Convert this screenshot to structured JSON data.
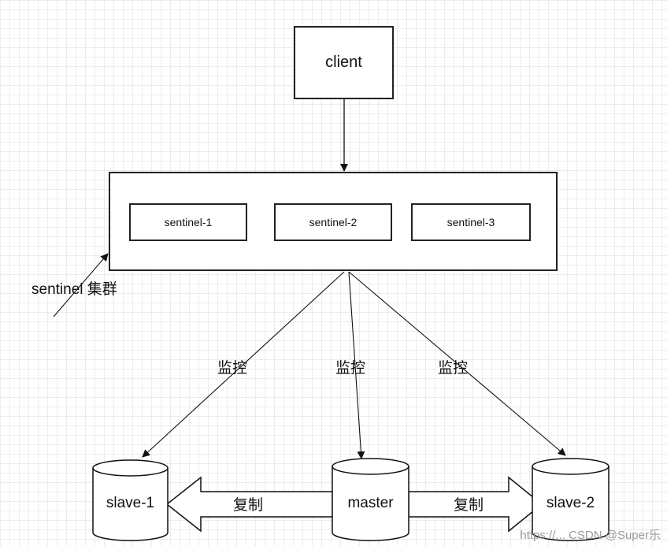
{
  "client": {
    "label": "client"
  },
  "cluster": {
    "label": "sentinel 集群",
    "sentinels": [
      "sentinel-1",
      "sentinel-2",
      "sentinel-3"
    ]
  },
  "monitor_labels": [
    "监控",
    "监控",
    "监控"
  ],
  "replication_labels": [
    "复制",
    "复制"
  ],
  "databases": {
    "slave1": "slave-1",
    "master": "master",
    "slave2": "slave-2"
  },
  "watermark": "https://... CSDN @Super乐"
}
